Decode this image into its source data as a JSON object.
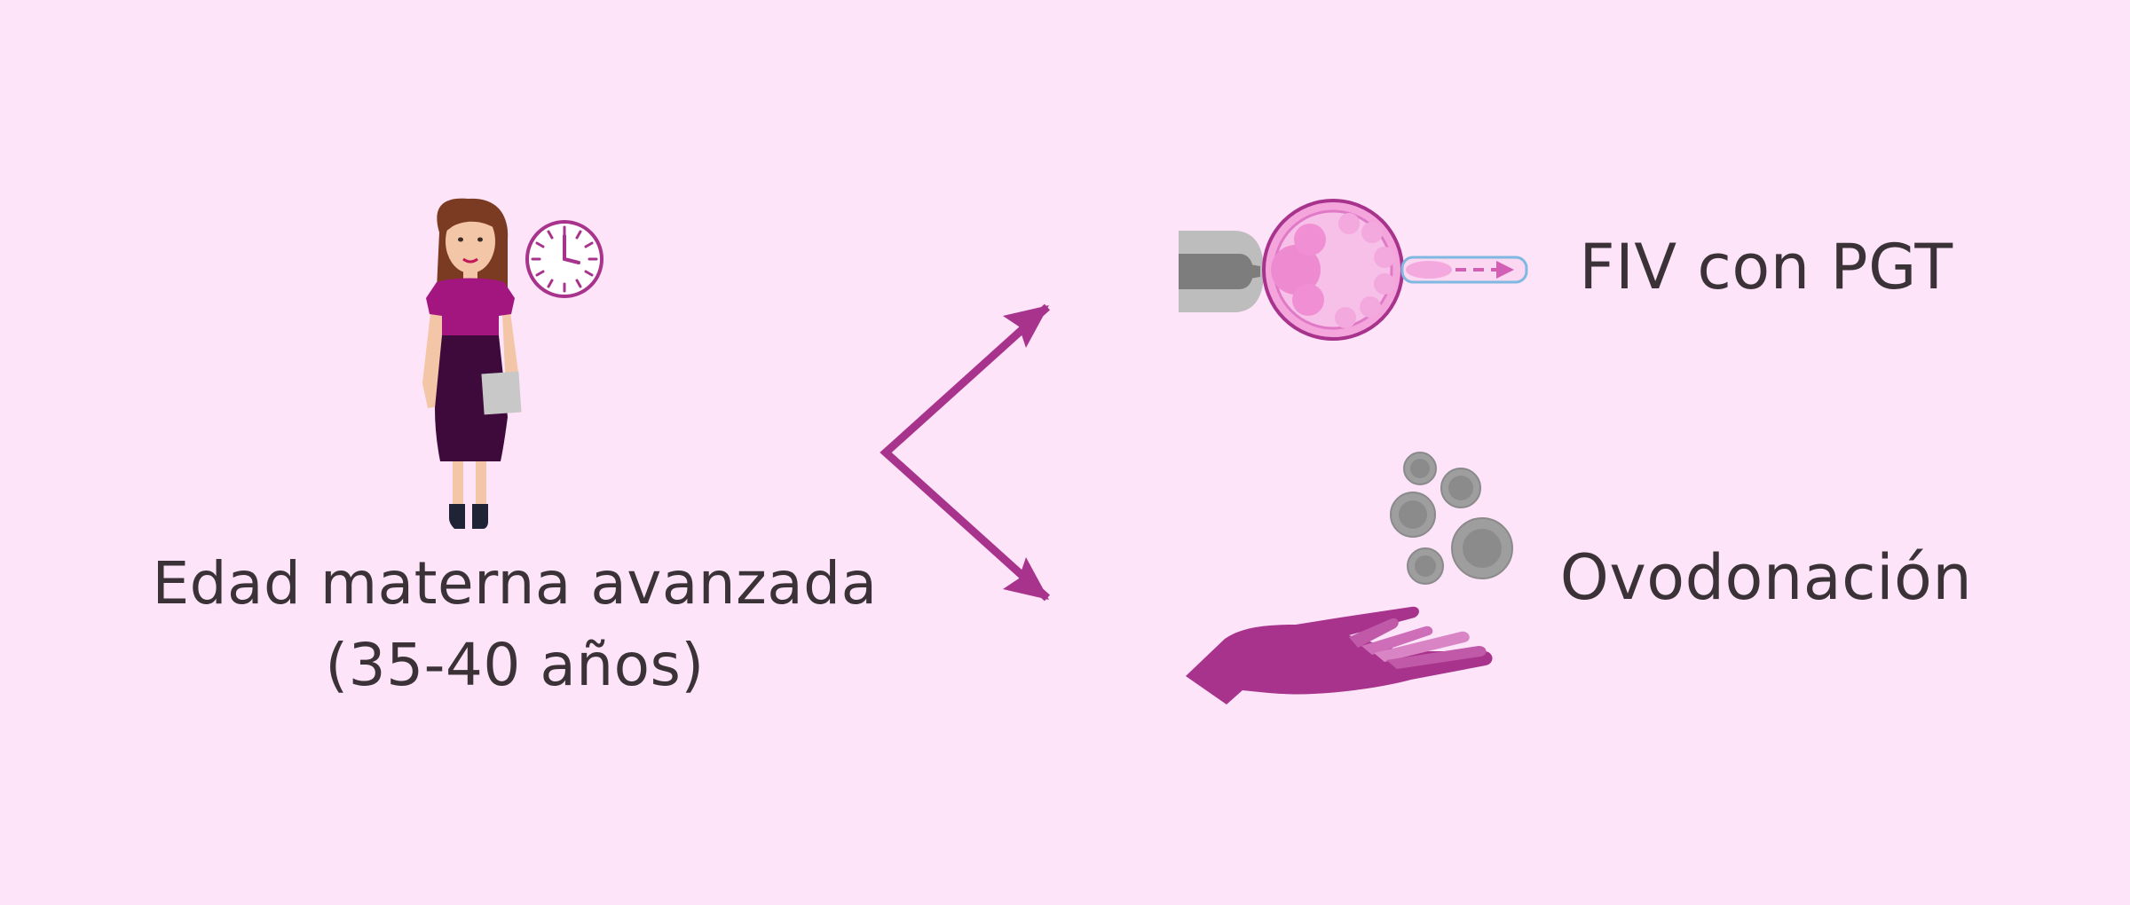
{
  "diagram": {
    "source": {
      "label_line1": "Edad materna avanzada",
      "label_line2": "(35-40 años)",
      "figure_icon": "woman-icon",
      "clock_icon": "clock-icon"
    },
    "options": [
      {
        "label": "FIV con PGT",
        "icon": "embryo-biopsy-icon"
      },
      {
        "label": "Ovodonación",
        "icon": "hand-oocytes-icon"
      }
    ],
    "connector_icon": "branching-arrows-icon"
  },
  "colors": {
    "background": "#fde4f8",
    "accent": "#a8338c",
    "text": "#3b3238"
  }
}
